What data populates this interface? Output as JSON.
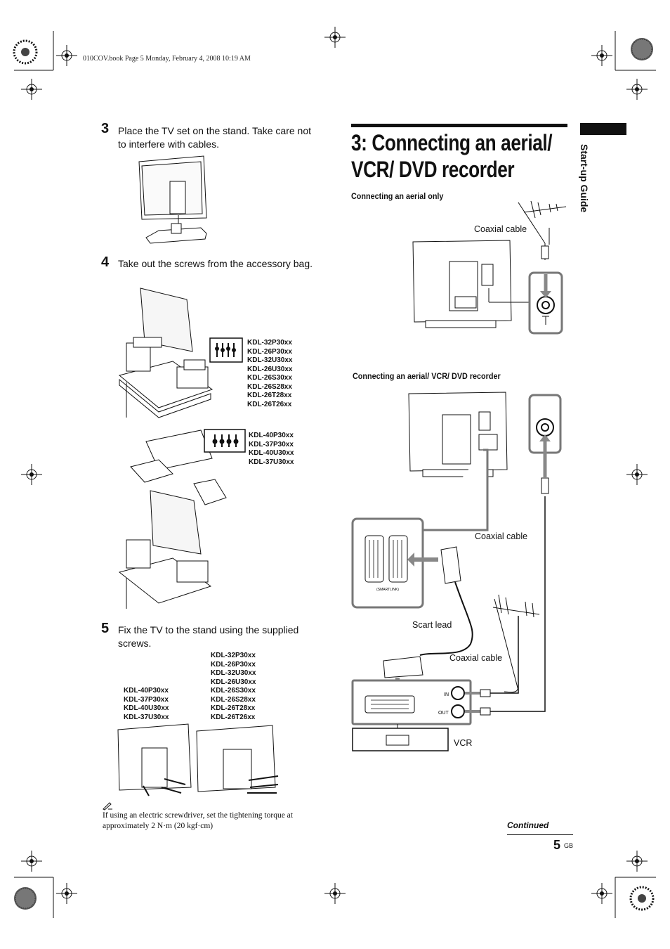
{
  "header": {
    "file_info": "010COV.book  Page 5  Monday, February 4, 2008  10:19 AM"
  },
  "left": {
    "steps": [
      {
        "num": "3",
        "text": "Place the TV set on the stand. Take care not to interfere with cables."
      },
      {
        "num": "4",
        "text": "Take out the screws from the accessory bag."
      },
      {
        "num": "5",
        "text": "Fix the TV to the stand using the supplied screws."
      }
    ],
    "models_small": "KDL-32P30xx\nKDL-26P30xx\nKDL-32U30xx\nKDL-26U30xx\nKDL-26S30xx\nKDL-26S28xx\nKDL-26T28xx\nKDL-26T26xx",
    "models_large": "KDL-40P30xx\nKDL-37P30xx\nKDL-40U30xx\nKDL-37U30xx",
    "note": "If using an electric screwdriver, set the tightening torque at approximately 2 N·m (20 kgf·cm)"
  },
  "right": {
    "title": "3: Connecting an aerial/ VCR/ DVD recorder",
    "subhead_aerial": "Connecting an aerial only",
    "subhead_vcr": "Connecting an aerial/ VCR/ DVD recorder",
    "labels": {
      "coaxial_cable": "Coaxial cable",
      "scart_lead": "Scart lead",
      "vcr": "VCR",
      "in": "IN",
      "out": "OUT",
      "smartlink": "(SMARTLINK)"
    }
  },
  "side_tab": {
    "label": "Start-up Guide"
  },
  "footer": {
    "continued": "Continued",
    "page_number": "5",
    "region": "GB"
  },
  "icons": [
    "registration-mark-icon",
    "pencil-note-icon",
    "aerial-icon"
  ]
}
